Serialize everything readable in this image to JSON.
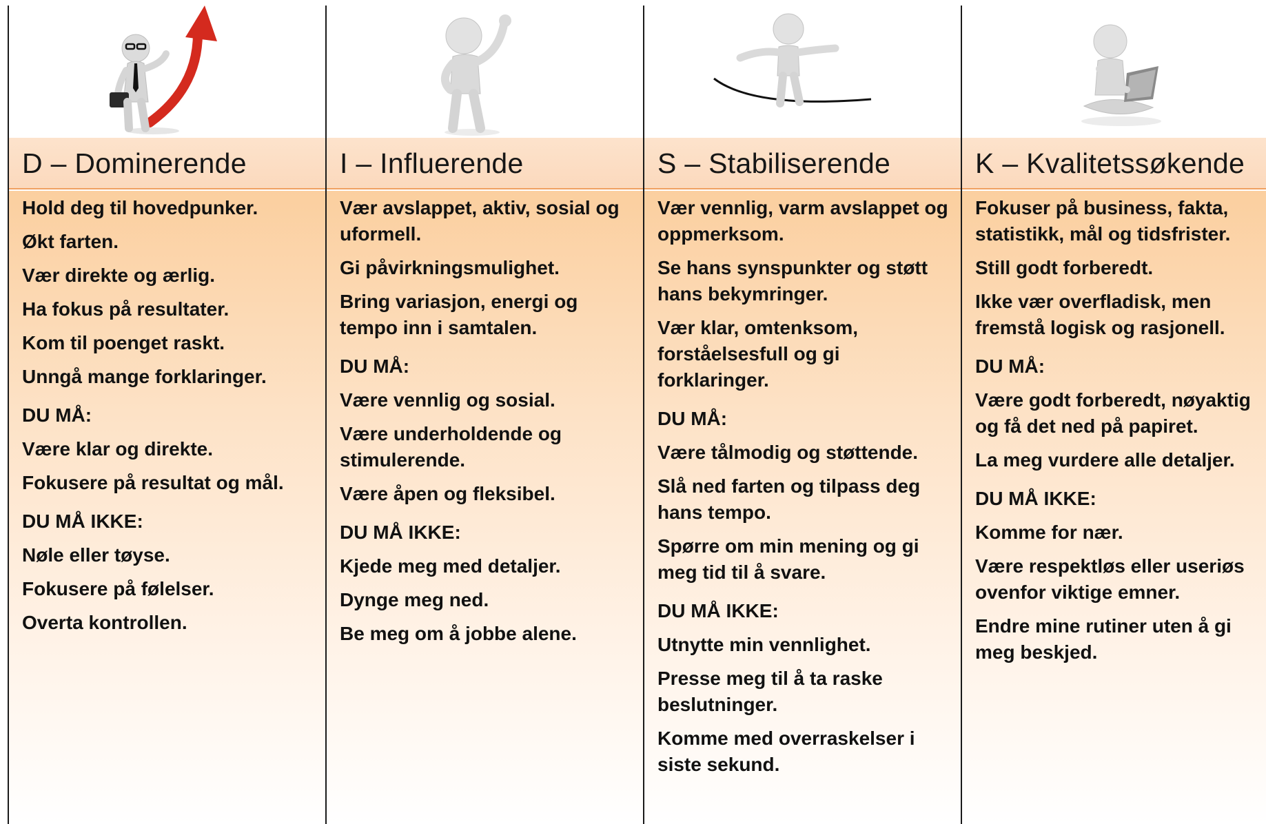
{
  "columns": [
    {
      "id": "d",
      "title": "D – Dominerende",
      "icon": "businessman-rising-arrow-icon",
      "lines": [
        {
          "text": "Hold deg til hovedpunker.",
          "sub": false
        },
        {
          "text": "Økt farten.",
          "sub": false
        },
        {
          "text": "Vær direkte og ærlig.",
          "sub": false
        },
        {
          "text": "Ha fokus på resultater.",
          "sub": false
        },
        {
          "text": "Kom til poenget raskt.",
          "sub": false
        },
        {
          "text": "Unngå mange forklaringer.",
          "sub": false
        },
        {
          "text": "DU MÅ:",
          "sub": true
        },
        {
          "text": "Være klar og direkte.",
          "sub": false
        },
        {
          "text": "Fokusere på resultat og mål.",
          "sub": false
        },
        {
          "text": "DU MÅ IKKE:",
          "sub": true
        },
        {
          "text": "Nøle eller tøyse.",
          "sub": false
        },
        {
          "text": "Fokusere på følelser.",
          "sub": false
        },
        {
          "text": "Overta kontrollen.",
          "sub": false
        }
      ]
    },
    {
      "id": "i",
      "title": "I – Influerende",
      "icon": "waving-figure-icon",
      "lines": [
        {
          "text": "Vær avslappet, aktiv, sosial og uformell.",
          "sub": false
        },
        {
          "text": "Gi påvirkningsmulighet.",
          "sub": false
        },
        {
          "text": "Bring variasjon, energi og tempo inn i samtalen.",
          "sub": false
        },
        {
          "text": "DU MÅ:",
          "sub": true
        },
        {
          "text": "Være vennlig og sosial.",
          "sub": false
        },
        {
          "text": "Være underholdende og stimulerende.",
          "sub": false
        },
        {
          "text": "Være åpen og fleksibel.",
          "sub": false
        },
        {
          "text": "DU MÅ IKKE:",
          "sub": true
        },
        {
          "text": "Kjede meg med detaljer.",
          "sub": false
        },
        {
          "text": "Dynge meg ned.",
          "sub": false
        },
        {
          "text": "Be meg om å jobbe alene.",
          "sub": false
        }
      ]
    },
    {
      "id": "s",
      "title": "S – Stabiliserende",
      "icon": "balancing-figure-icon",
      "lines": [
        {
          "text": "Vær vennlig, varm avslappet og oppmerksom.",
          "sub": false
        },
        {
          "text": "Se hans synspunkter og støtt hans bekymringer.",
          "sub": false
        },
        {
          "text": "Vær klar, omtenksom, forståelsesfull og gi forklaringer.",
          "sub": false
        },
        {
          "text": "DU MÅ:",
          "sub": true
        },
        {
          "text": "Være tålmodig og støttende.",
          "sub": false
        },
        {
          "text": "Slå ned farten og tilpass deg hans tempo.",
          "sub": false
        },
        {
          "text": "Spørre om min mening og gi meg tid til å svare.",
          "sub": false
        },
        {
          "text": "DU MÅ IKKE:",
          "sub": true
        },
        {
          "text": "Utnytte min vennlighet.",
          "sub": false
        },
        {
          "text": "Presse meg til å ta raske beslutninger.",
          "sub": false
        },
        {
          "text": "Komme med overraskelser i siste sekund.",
          "sub": false
        }
      ]
    },
    {
      "id": "k",
      "title": "K – Kvalitetssøkende",
      "icon": "laptop-figure-icon",
      "lines": [
        {
          "text": "Fokuser på business, fakta, statistikk, mål og tidsfrister.",
          "sub": false
        },
        {
          "text": "Still godt forberedt.",
          "sub": false
        },
        {
          "text": "Ikke vær overfladisk, men fremstå logisk og rasjonell.",
          "sub": false
        },
        {
          "text": "DU MÅ:",
          "sub": true
        },
        {
          "text": "Være godt forberedt, nøyaktig og få det ned på papiret.",
          "sub": false
        },
        {
          "text": "La meg vurdere alle detaljer.",
          "sub": false
        },
        {
          "text": "DU MÅ IKKE:",
          "sub": true
        },
        {
          "text": "Komme for nær.",
          "sub": false
        },
        {
          "text": "Være respektløs eller useriøs ovenfor viktige emner.",
          "sub": false
        },
        {
          "text": "Endre mine rutiner uten å gi meg beskjed.",
          "sub": false
        }
      ]
    }
  ],
  "colors": {
    "accent_arrow": "#d42a1e",
    "header_bg": "#fde0c6",
    "body_top": "#fbcf9f",
    "divider": "#1a1a1a"
  }
}
